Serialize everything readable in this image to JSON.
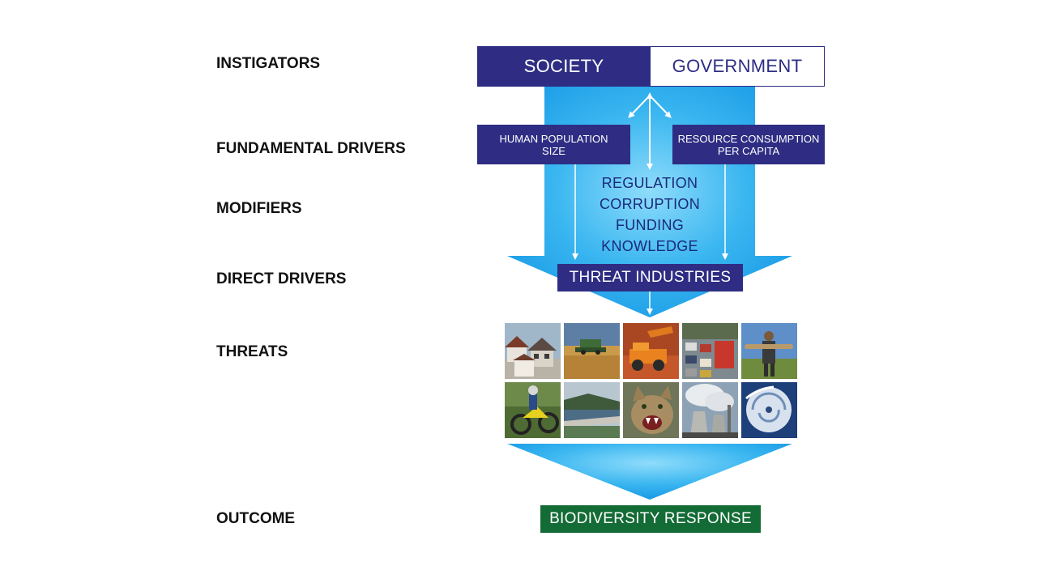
{
  "labels": {
    "instigators": "INSTIGATORS",
    "fundamental_drivers": "FUNDAMENTAL DRIVERS",
    "modifiers": "MODIFIERS",
    "direct_drivers": "DIRECT DRIVERS",
    "threats": "THREATS",
    "outcome": "OUTCOME"
  },
  "instigators": {
    "society": "SOCIETY",
    "government": "GOVERNMENT"
  },
  "fundamental": {
    "population_line1": "HUMAN POPULATION",
    "population_line2": "SIZE",
    "consumption_line1": "RESOURCE CONSUMPTION",
    "consumption_line2": "PER CAPITA"
  },
  "modifiers": [
    "REGULATION",
    "CORRUPTION",
    "FUNDING",
    "KNOWLEDGE"
  ],
  "direct_driver": "THREAT INDUSTRIES",
  "threat_images": [
    "housing",
    "agriculture-harvest",
    "mining",
    "traffic",
    "logging",
    "off-road-recreation",
    "dam",
    "feral-cat",
    "power-station",
    "cyclone"
  ],
  "outcome": "BIODIVERSITY RESPONSE",
  "colors": {
    "navy": "#2e2d83",
    "green": "#136b35",
    "arrow_light": "#38b8f0",
    "arrow_dark": "#0d8fe0"
  }
}
